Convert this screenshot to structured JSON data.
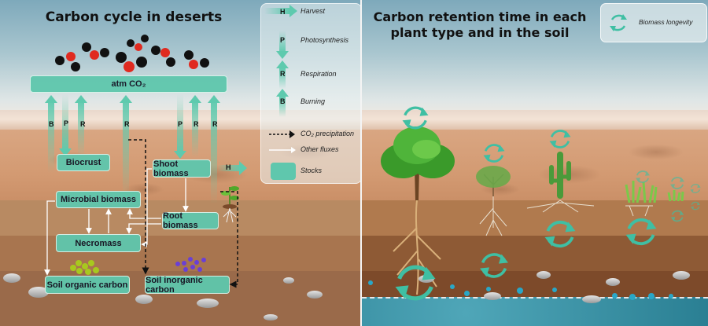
{
  "left_panel": {
    "title": "Carbon cycle in deserts",
    "atm_stock": "atm CO₂",
    "stocks": {
      "biocrust": "Biocrust",
      "shoot_biomass": "Shoot biomass",
      "microbial_biomass": "Microbial biomass",
      "root_biomass": "Root biomass",
      "necromass": "Necromass",
      "soil_organic_carbon": "Soil organic carbon",
      "soil_inorganic_carbon": "Soil inorganic carbon"
    },
    "flux_labels": {
      "b1": "B",
      "p1": "P",
      "r1": "R",
      "r2": "R",
      "p2": "P",
      "r3": "R",
      "r4": "R",
      "h": "H"
    },
    "legend": {
      "items": [
        {
          "symbol": "H",
          "label": "Harvest"
        },
        {
          "symbol": "P",
          "label": "Photosynthesis"
        },
        {
          "symbol": "R",
          "label": "Respiration"
        },
        {
          "symbol": "B",
          "label": "Burning"
        },
        {
          "symbol": "dashed-arrow",
          "label": "CO₂ precipitation"
        },
        {
          "symbol": "white-arrow",
          "label": "Other fluxes"
        },
        {
          "symbol": "teal-box",
          "label": "Stocks"
        }
      ]
    },
    "colors": {
      "stock": "#5fc7ad",
      "organic_particles": "#a8c81e",
      "inorganic_particles": "#6a3fd6"
    }
  },
  "right_panel": {
    "title_line1": "Carbon retention time in each",
    "title_line2": "plant type and in the soil",
    "legend_label": "Biomass longevity",
    "plants": [
      "tree",
      "shrub",
      "cactus",
      "grass",
      "small-grass"
    ],
    "colors": {
      "cycle": "#3fbfa3",
      "water": "#2f8ea3"
    }
  }
}
